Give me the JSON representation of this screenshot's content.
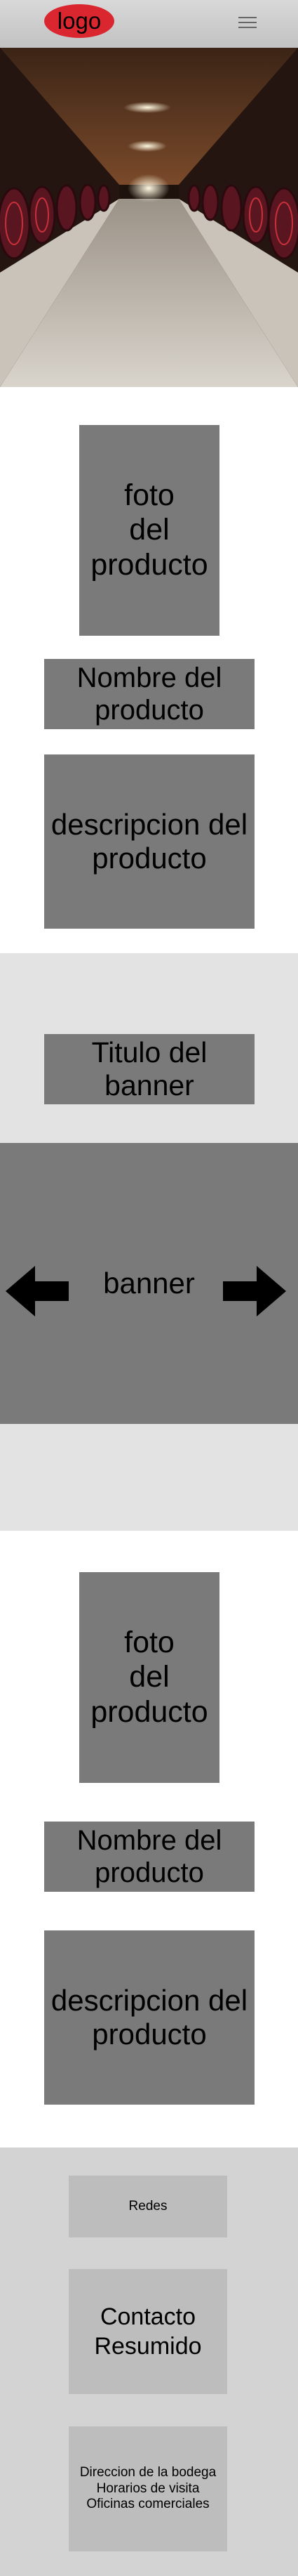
{
  "header": {
    "logo_text": "logo",
    "menu_icon": "hamburger-menu-icon"
  },
  "hero": {
    "image": "wine-cellar-barrel-tunnel"
  },
  "product_1": {
    "photo_label": "foto\ndel\nproducto",
    "name_label": "Nombre del producto",
    "description_label": "descripcion del producto"
  },
  "banner_section": {
    "title": "Titulo del banner",
    "banner_label": "banner",
    "prev_icon": "arrow-left-icon",
    "next_icon": "arrow-right-icon"
  },
  "product_2": {
    "photo_label": "foto\ndel\nproducto",
    "name_label": "Nombre del producto",
    "description_label": "descripcion del producto"
  },
  "footer": {
    "redes": "Redes",
    "contacto": "Contacto Resumido",
    "direccion_lines": [
      "Direccion de la bodega",
      "Horarios de visita",
      "Oficinas comerciales"
    ]
  },
  "colors": {
    "logo_red": "#d9262f",
    "placeholder_gray": "#7a7a7a",
    "banner_section_bg": "#e3e3e3",
    "footer_bg": "#d3d3d3",
    "footer_box": "#bdbdbd"
  }
}
